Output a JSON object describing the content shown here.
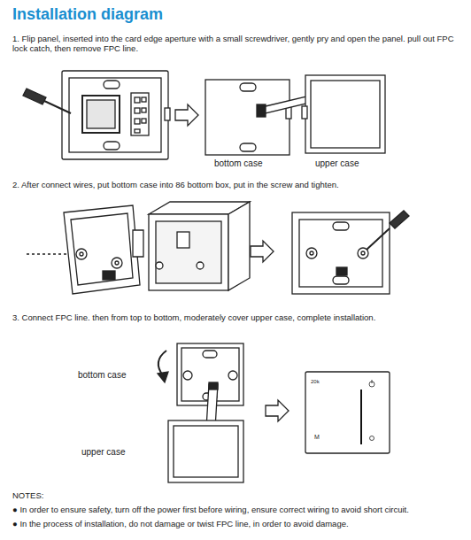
{
  "diagram": {
    "title": "Installation diagram",
    "labels": [
      "1. Flip panel, inserted into the card edge aperture with a small screwdriver, gently pry and open the panel. pull out FPC lock catch, then remove FPC line.",
      "bottom case",
      "upper case",
      "2. After connect wires, put bottom case into 86 bottom box, put in the screw and tighten.",
      "3. Connect FPC line. then from top to bottom, moderately cover upper case, complete installation.",
      "bottom case",
      "upper case",
      "20k",
      "M",
      "NOTES:",
      "● In order to ensure safety, turn off the power first before wiring, ensure correct wiring to avoid short circuit.",
      "● In the process of installation, do not damage or twist FPC line, in order to avoid damage."
    ]
  }
}
